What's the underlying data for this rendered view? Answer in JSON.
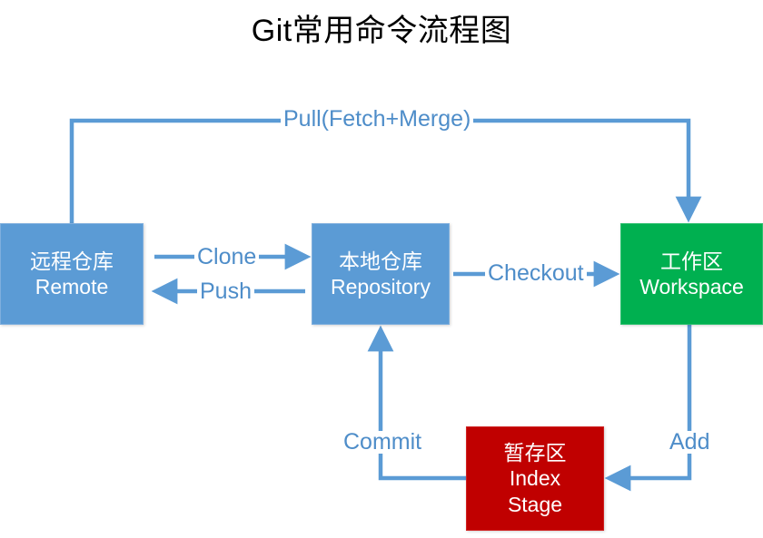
{
  "title": "Git常用命令流程图",
  "colors": {
    "blue": "#5B9BD5",
    "green": "#00B050",
    "red": "#C00000",
    "label_blue": "#4E8DC9",
    "background": "#FFFFFF",
    "node_text": "#FFFFFF",
    "title_text": "#000000"
  },
  "nodes": {
    "remote": {
      "lines": [
        "远程仓库",
        "Remote"
      ],
      "color": "#5B9BD5"
    },
    "repository": {
      "lines": [
        "本地仓库",
        "Repository"
      ],
      "color": "#5B9BD5"
    },
    "workspace": {
      "lines": [
        "工作区",
        "Workspace"
      ],
      "color": "#00B050"
    },
    "index": {
      "lines": [
        "暂存区",
        "Index",
        "Stage"
      ],
      "color": "#C00000"
    }
  },
  "edges": {
    "pull": {
      "label": "Pull(Fetch+Merge)",
      "from": "remote",
      "to": "workspace"
    },
    "clone": {
      "label": "Clone",
      "from": "remote",
      "to": "repository"
    },
    "push": {
      "label": "Push",
      "from": "repository",
      "to": "remote"
    },
    "checkout": {
      "label": "Checkout",
      "from": "repository",
      "to": "workspace"
    },
    "add": {
      "label": "Add",
      "from": "workspace",
      "to": "index"
    },
    "commit": {
      "label": "Commit",
      "from": "index",
      "to": "repository"
    }
  }
}
